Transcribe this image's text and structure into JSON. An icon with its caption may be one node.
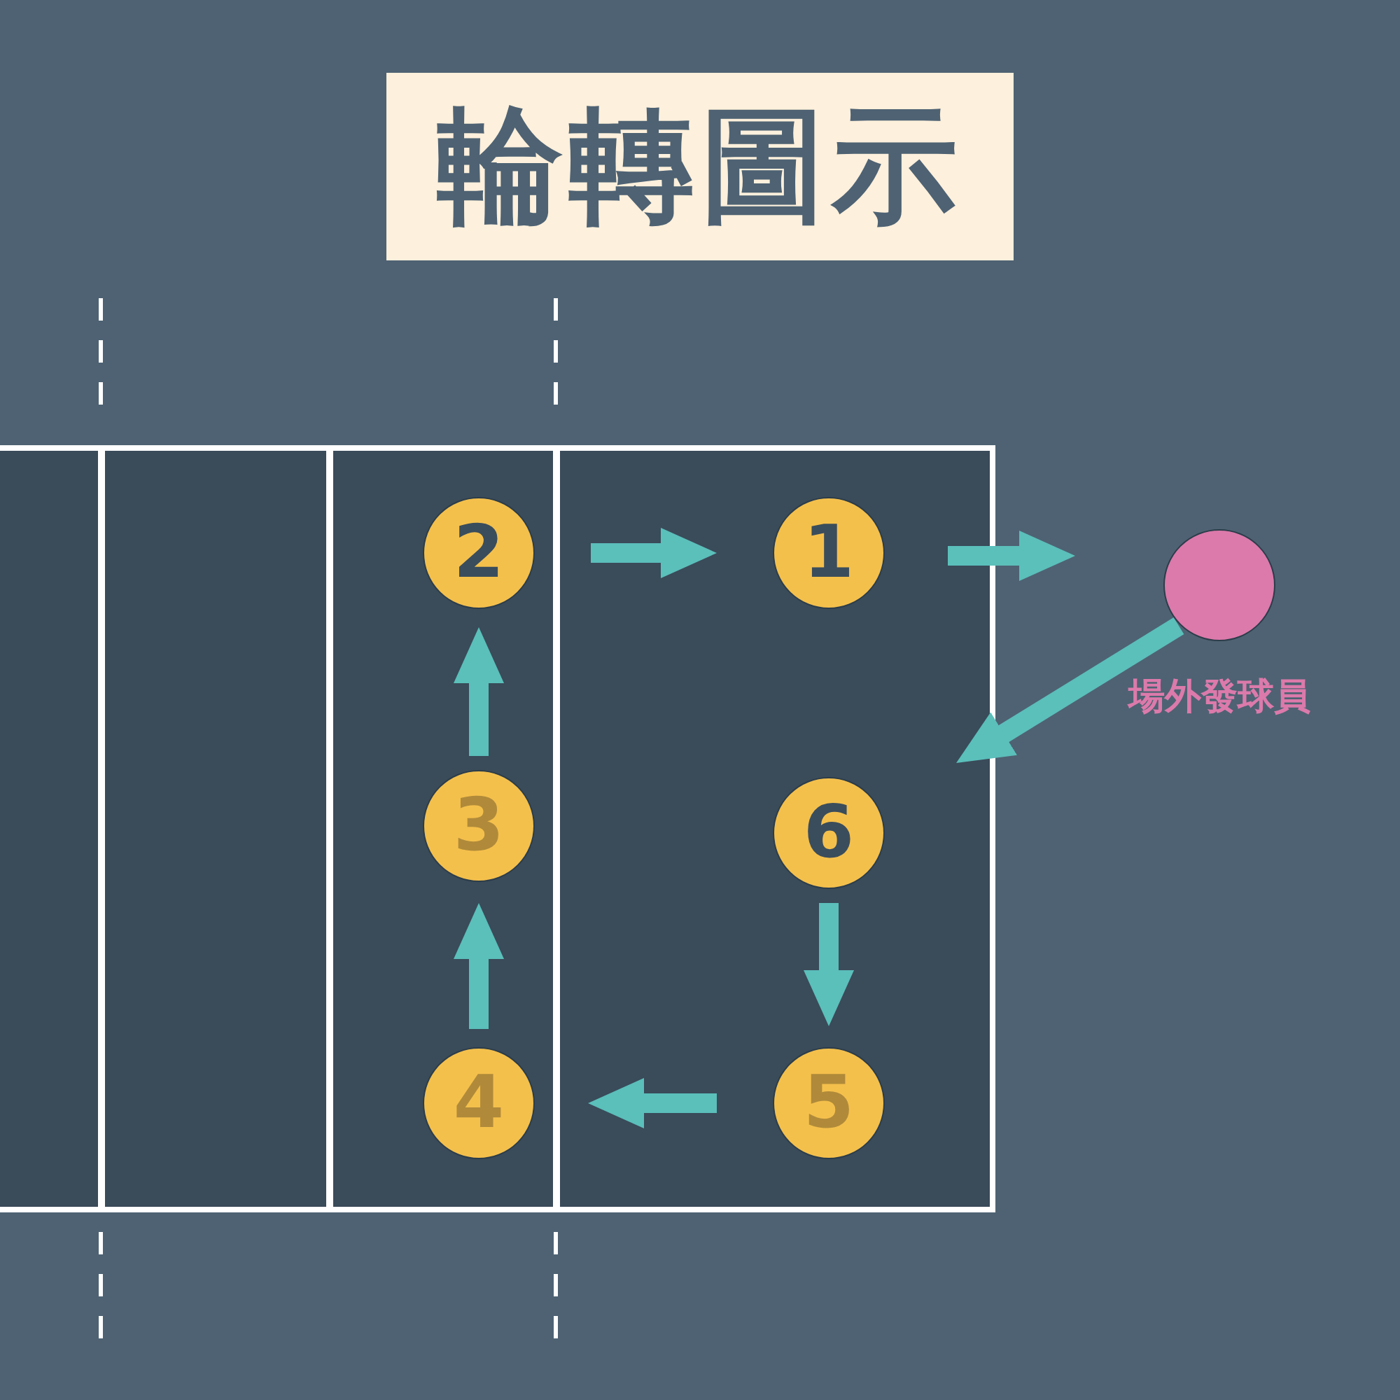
{
  "diagram": {
    "title": "輪轉圖示",
    "nodes": [
      {
        "text": [
          "2"
        ]
      },
      {
        "text": [
          "1"
        ]
      },
      {
        "text": [
          "3"
        ]
      },
      {
        "text": [
          "6"
        ]
      },
      {
        "text": [
          "4"
        ]
      },
      {
        "text": [
          "5"
        ]
      },
      {
        "text": [],
        "shape": "circle",
        "beside": [
          "場外發球員"
        ]
      }
    ],
    "edges": [
      {
        "from": 0,
        "to": 1,
        "arrow": "to"
      },
      {
        "from": 1,
        "to": 6,
        "arrow": "to"
      },
      {
        "from": 6,
        "to": null,
        "arrow": "to"
      },
      {
        "from": 3,
        "to": 5,
        "arrow": "to"
      },
      {
        "from": 5,
        "to": 4,
        "arrow": "to"
      },
      {
        "from": 4,
        "to": 2,
        "arrow": "to"
      },
      {
        "from": 2,
        "to": 0,
        "arrow": "to"
      }
    ]
  }
}
